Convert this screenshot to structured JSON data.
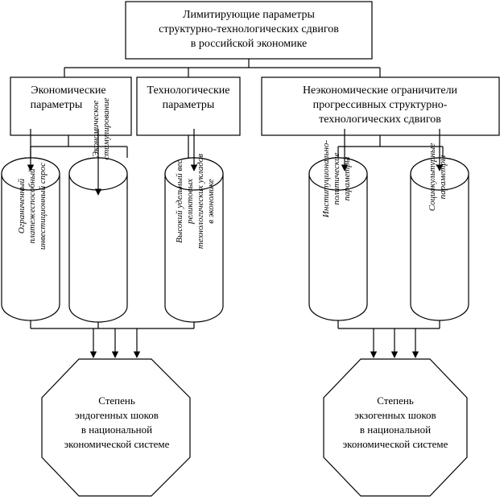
{
  "top_box": {
    "lines": [
      "Лимитирующие параметры",
      "структурно-технологических сдвигов",
      "в российской экономике"
    ]
  },
  "categories": [
    {
      "id": "economic",
      "lines": [
        "Экономические",
        "параметры"
      ]
    },
    {
      "id": "technological",
      "lines": [
        "Технологические",
        "параметры"
      ]
    },
    {
      "id": "noneconomic",
      "lines": [
        "Неэкономические ограничители",
        "прогрессивных структурно-",
        "технологических сдвигов"
      ]
    }
  ],
  "cylinders": [
    {
      "id": "c1",
      "lines": [
        "Ограниченный",
        "платежеспособный",
        "инвестиционный спрос"
      ]
    },
    {
      "id": "c2",
      "lines": [
        "Экономическое",
        "стимулирование"
      ]
    },
    {
      "id": "c3",
      "lines": [
        "Высокий удельный вес",
        "реликтовых",
        "технологических укладов",
        "в экономике"
      ]
    },
    {
      "id": "c4",
      "lines": [
        "Институционально-",
        "политические",
        "параметры"
      ]
    },
    {
      "id": "c5",
      "lines": [
        "Социокультурные",
        "параметры"
      ]
    }
  ],
  "outcomes": [
    {
      "id": "endogenous",
      "lines": [
        "Степень",
        "эндогенных шоков",
        "в национальной",
        "экономической системе"
      ]
    },
    {
      "id": "exogenous",
      "lines": [
        "Степень",
        "экзогенных шоков",
        "в национальной",
        "экономической системе"
      ]
    }
  ]
}
